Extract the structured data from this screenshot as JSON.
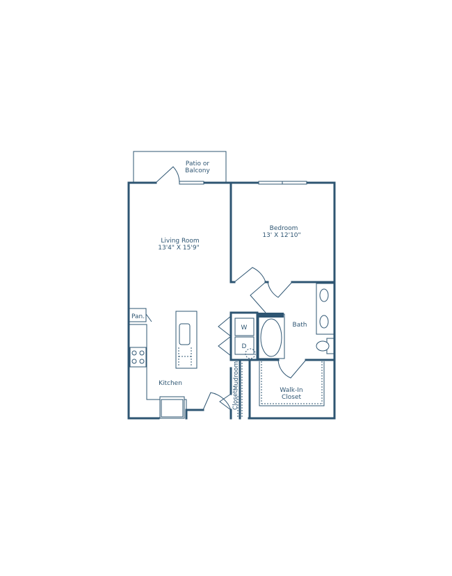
{
  "colors": {
    "wall": "#2e5572",
    "background": "#ffffff"
  },
  "rooms": {
    "patio": {
      "line1": "Patio or",
      "line2": "Balcony"
    },
    "living": {
      "name": "Living Room",
      "dims": "13'4\" X 15'9\""
    },
    "bedroom": {
      "name": "Bedroom",
      "dims": "13' X 12'10\""
    },
    "pantry": {
      "name": "Pan."
    },
    "bath": {
      "name": "Bath"
    },
    "kitchen": {
      "name": "Kitchen"
    },
    "closet": {
      "line1": "Walk-In",
      "line2": "Closet"
    },
    "mudroom": {
      "name": "Mudroom"
    },
    "small_closet": {
      "name": "Closet"
    }
  },
  "appliances": {
    "washer": "W",
    "dryer": "D"
  }
}
